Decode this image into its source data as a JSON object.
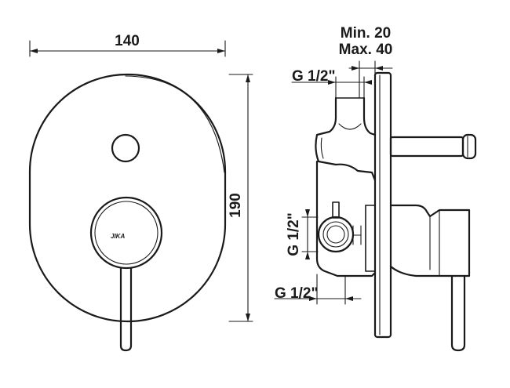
{
  "front_view": {
    "width_label": "140",
    "height_label": "190",
    "logo": "JIKA"
  },
  "side_view": {
    "depth_min_label": "Min. 20",
    "depth_max_label": "Max. 40",
    "thread_top_label": "G 1/2\"",
    "thread_side_label": "G 1/2\"",
    "thread_bottom_label": "G 1/2\""
  }
}
